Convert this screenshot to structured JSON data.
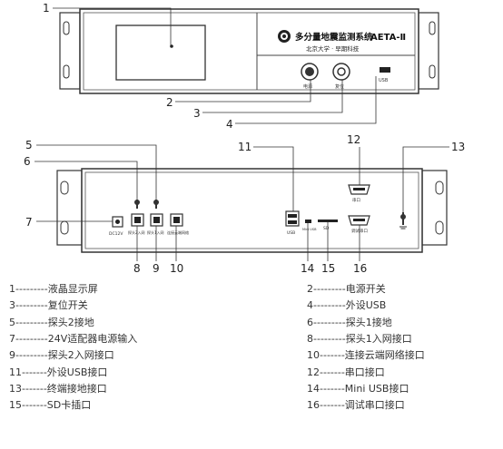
{
  "brand": {
    "title_cn": "多分量地震监测系统",
    "model": "AETA-Ⅱ",
    "subtitle": "北京大学 · 早期科技"
  },
  "front_labels": {
    "power": "电源",
    "reset": "复位",
    "usb": "USB"
  },
  "rear_labels": {
    "dc": "DC12V",
    "net2": "探头2入网",
    "net1": "探头1入网",
    "cloud": "连接云端网络",
    "usb": "USB",
    "mini": "Mini USB",
    "sd": "SD",
    "serial": "串口",
    "debug": "调试串口"
  },
  "callouts": [
    "1",
    "2",
    "3",
    "4",
    "5",
    "6",
    "7",
    "8",
    "9",
    "10",
    "11",
    "12",
    "13",
    "14",
    "15",
    "16"
  ],
  "legend": [
    {
      "num": "1",
      "dashes": "---------",
      "text": "液晶显示屏"
    },
    {
      "num": "2",
      "dashes": "---------",
      "text": "电源开关"
    },
    {
      "num": "3",
      "dashes": "---------",
      "text": "复位开关"
    },
    {
      "num": "4",
      "dashes": "---------",
      "text": "外设USB"
    },
    {
      "num": "5",
      "dashes": "---------",
      "text": "探头2接地"
    },
    {
      "num": "6",
      "dashes": "---------",
      "text": "探头1接地"
    },
    {
      "num": "7",
      "dashes": "---------",
      "text": "24V适配器电源输入"
    },
    {
      "num": "8",
      "dashes": "---------",
      "text": "探头1入网接口"
    },
    {
      "num": "9",
      "dashes": "---------",
      "text": "探头2入网接口"
    },
    {
      "num": "10",
      "dashes": "-------",
      "text": "连接云端网络接口"
    },
    {
      "num": "11",
      "dashes": "-------",
      "text": "外设USB接口"
    },
    {
      "num": "12",
      "dashes": "-------",
      "text": "串口接口"
    },
    {
      "num": "13",
      "dashes": "-------",
      "text": "终端接地接口"
    },
    {
      "num": "14",
      "dashes": "-------",
      "text": "Mini USB接口"
    },
    {
      "num": "15",
      "dashes": "-------",
      "text": "SD卡插口"
    },
    {
      "num": "16",
      "dashes": "-------",
      "text": "调试串口接口"
    }
  ]
}
